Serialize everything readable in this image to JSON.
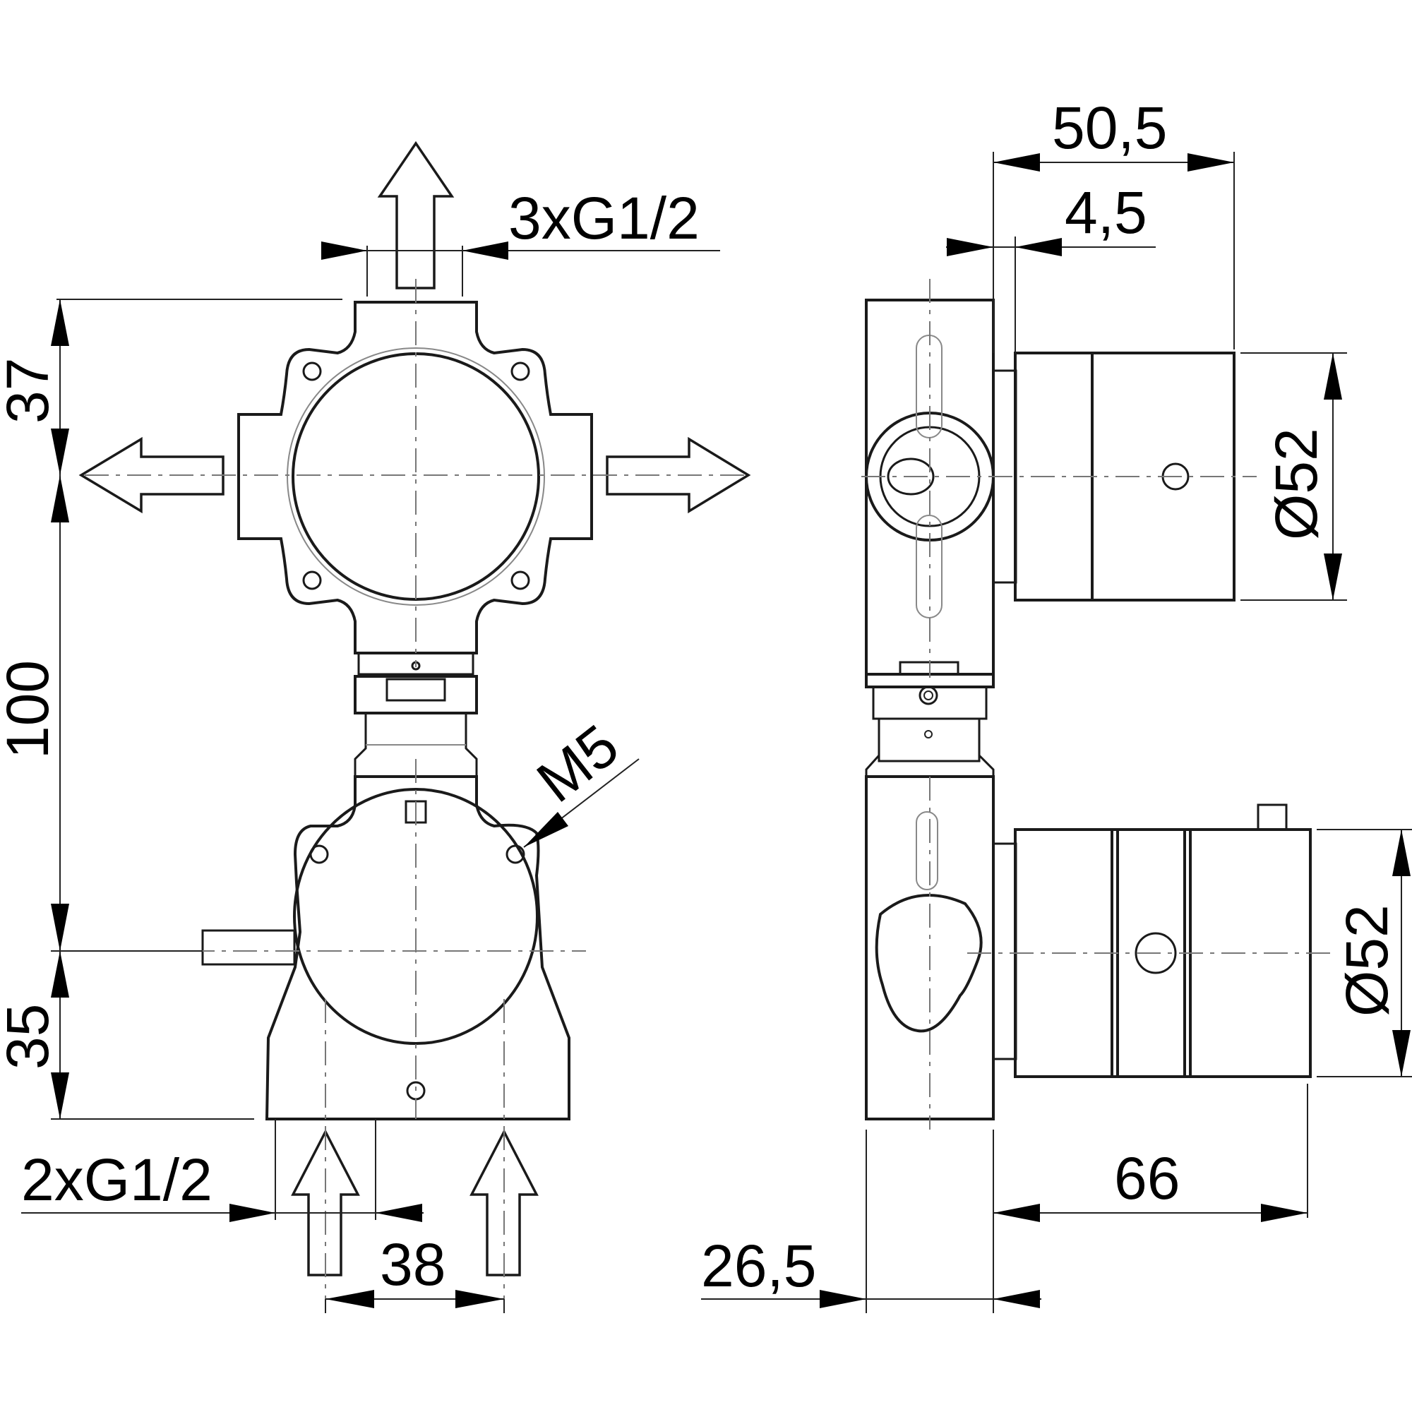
{
  "drawing": {
    "type": "technical dimension drawing",
    "units": "mm",
    "views": [
      {
        "name": "front-view",
        "label": "Front view of concealed valve body with two round housings"
      },
      {
        "name": "side-view",
        "label": "Side view with two cylindrical cartridges"
      }
    ]
  },
  "front_view": {
    "outlet_thread_label": "3xG1/2",
    "inlet_thread_label": "2xG1/2",
    "screw_label": "M5",
    "dim_top_offset": "37",
    "dim_center_distance": "100",
    "dim_bottom_offset": "35",
    "dim_inlet_spacing": "38"
  },
  "side_view": {
    "dim_total_projection": "50,5",
    "dim_flange_offset": "4,5",
    "dim_upper_diameter": "Ø52",
    "dim_lower_diameter": "Ø52",
    "dim_lower_projection": "66",
    "dim_body_depth": "26,5"
  },
  "colors": {
    "line": "#1a1a1a",
    "hidden_line": "#888888",
    "background": "#ffffff"
  }
}
